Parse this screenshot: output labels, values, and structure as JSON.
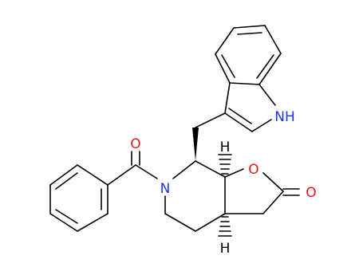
{
  "molecule": {
    "atom_labels": {
      "carbonyl_o_benzoyl": "O",
      "amide_n": "N",
      "ring_o": "O",
      "lactone_o": "O",
      "indole_nh": "NH",
      "stereo_h_top": "H",
      "stereo_h_bottom": "H"
    }
  },
  "colors": {
    "bond": "#000000",
    "oxygen": "#e8141e",
    "nitrogen": "#1e32e6"
  }
}
